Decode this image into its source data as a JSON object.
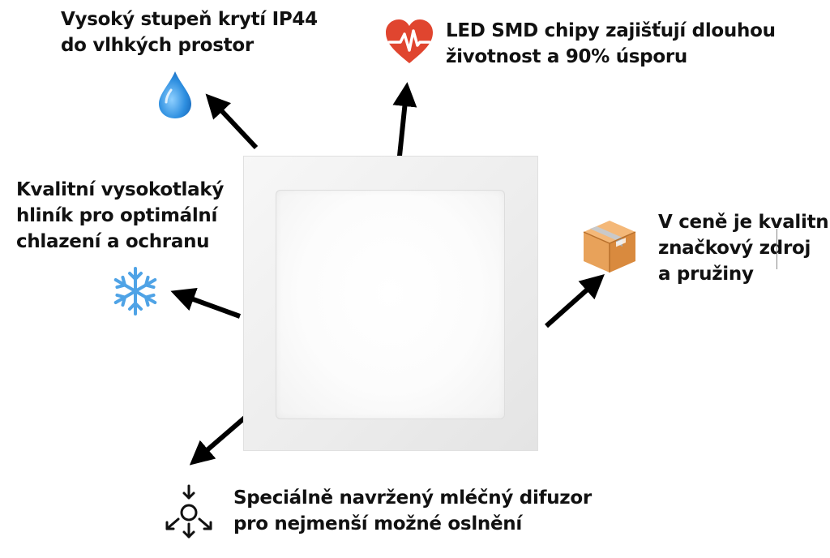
{
  "features": {
    "waterproof": {
      "lines": [
        "Vysoký stupeň krytí IP44",
        "do vlhkých prostor"
      ],
      "icon": "water-drop-icon",
      "color": "#2e8fe0"
    },
    "led": {
      "lines": [
        "LED SMD chipy zajišťují dlouhou",
        "životnost a 90% úsporu"
      ],
      "icon": "heart-pulse-icon",
      "color": "#e0452f"
    },
    "aluminium": {
      "lines": [
        "Kvalitní vysokotlaký",
        "hliník pro optimální",
        "chlazení a ochranu"
      ],
      "icon": "snowflake-icon",
      "color": "#4fa3e6"
    },
    "driver": {
      "lines": [
        "V ceně je kvalitní",
        "značkový zdroj",
        "a pružiny"
      ],
      "icon": "package-box-icon",
      "color": "#e8a25a"
    },
    "diffuser": {
      "lines": [
        "Speciálně navržený mléčný difuzor",
        "pro nejmenší možné oslnění"
      ],
      "icon": "light-spread-icon",
      "color": "#111111"
    }
  }
}
